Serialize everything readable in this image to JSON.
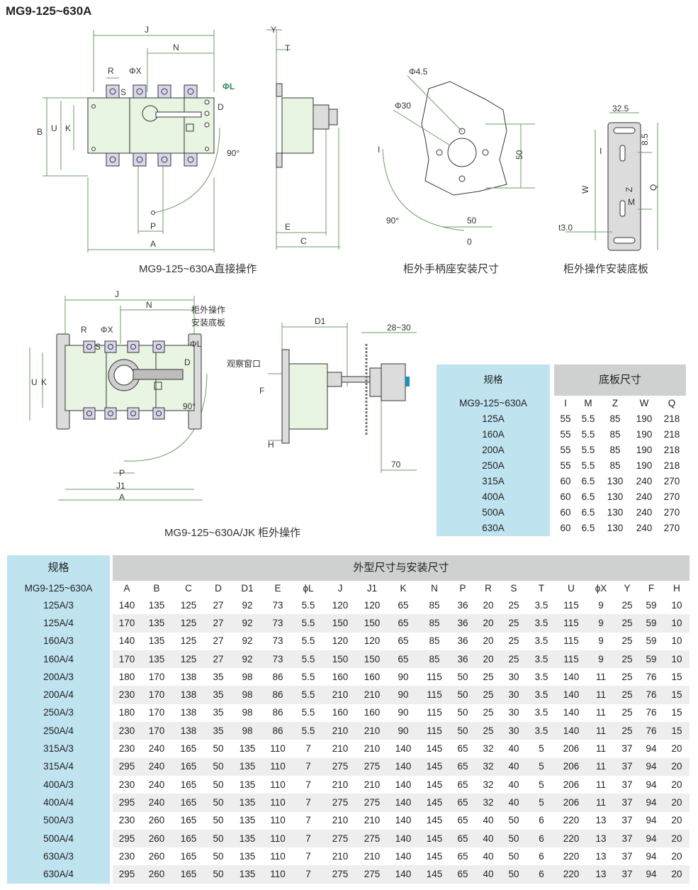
{
  "title": "MG9-125~630A",
  "captions": {
    "direct": "MG9-125~630A直接操作",
    "handle_base": "柜外手柄座安装尺寸",
    "plate": "柜外操作安装底板",
    "jk": "MG9-125~630A/JK 柜外操作"
  },
  "labels": {
    "J": "J",
    "N": "N",
    "R": "R",
    "X": "ΦX",
    "L": "ΦL",
    "S": "S",
    "D": "D",
    "B": "B",
    "U": "U",
    "K": "K",
    "P": "P",
    "A": "A",
    "angle": "90°",
    "Y": "Y",
    "T": "T",
    "E": "E",
    "C": "C",
    "phi45": "Φ4.5",
    "phi30": "Φ30",
    "I": "I",
    "d50v": "50",
    "d50h": "50",
    "zero": "0",
    "d325": "32.5",
    "d85": "8.5",
    "W": "W",
    "Z": "Z",
    "M": "M",
    "Q": "Q",
    "t30": "t3.0",
    "J1": "J1",
    "plate_label1": "柜外操作",
    "plate_label2": "安装底板",
    "D1": "D1",
    "d2830": "28~30",
    "window": "观察窗口",
    "F": "F",
    "H": "H",
    "d70": "70"
  },
  "colors": {
    "header_blue": "#bfe3ef",
    "header_gray": "#cfd0d0",
    "body_green": "#e8f5e2",
    "terminal": "#d9d6ec"
  },
  "small_table": {
    "spec_header": "规格",
    "group_header": "底板尺寸",
    "model": "MG9-125~630A",
    "columns": [
      "I",
      "M",
      "Z",
      "W",
      "Q"
    ],
    "rows": [
      [
        "125A",
        "55",
        "5.5",
        "85",
        "190",
        "218"
      ],
      [
        "160A",
        "55",
        "5.5",
        "85",
        "190",
        "218"
      ],
      [
        "200A",
        "55",
        "5.5",
        "85",
        "190",
        "218"
      ],
      [
        "250A",
        "55",
        "5.5",
        "85",
        "190",
        "218"
      ],
      [
        "315A",
        "60",
        "6.5",
        "130",
        "240",
        "270"
      ],
      [
        "400A",
        "60",
        "6.5",
        "130",
        "240",
        "270"
      ],
      [
        "500A",
        "60",
        "6.5",
        "130",
        "240",
        "270"
      ],
      [
        "630A",
        "60",
        "6.5",
        "130",
        "240",
        "270"
      ]
    ]
  },
  "big_table": {
    "spec_header": "规格",
    "group_header": "外型尺寸与安装尺寸",
    "model": "MG9-125~630A",
    "columns": [
      "A",
      "B",
      "C",
      "D",
      "D1",
      "E",
      "ϕL",
      "J",
      "J1",
      "K",
      "N",
      "P",
      "R",
      "S",
      "T",
      "U",
      "ϕX",
      "Y",
      "F",
      "H"
    ],
    "rows": [
      [
        "125A/3",
        "140",
        "135",
        "125",
        "27",
        "92",
        "73",
        "5.5",
        "120",
        "120",
        "65",
        "85",
        "36",
        "20",
        "25",
        "3.5",
        "115",
        "9",
        "25",
        "59",
        "10"
      ],
      [
        "125A/4",
        "170",
        "135",
        "125",
        "27",
        "92",
        "73",
        "5.5",
        "150",
        "150",
        "65",
        "85",
        "36",
        "20",
        "25",
        "3.5",
        "115",
        "9",
        "25",
        "59",
        "10"
      ],
      [
        "160A/3",
        "140",
        "135",
        "125",
        "27",
        "92",
        "73",
        "5.5",
        "120",
        "120",
        "65",
        "85",
        "36",
        "20",
        "25",
        "3.5",
        "115",
        "9",
        "25",
        "59",
        "10"
      ],
      [
        "160A/4",
        "170",
        "135",
        "125",
        "27",
        "92",
        "73",
        "5.5",
        "150",
        "150",
        "65",
        "85",
        "36",
        "20",
        "25",
        "3.5",
        "115",
        "9",
        "25",
        "59",
        "10"
      ],
      [
        "200A/3",
        "180",
        "170",
        "138",
        "35",
        "98",
        "86",
        "5.5",
        "160",
        "160",
        "90",
        "115",
        "50",
        "25",
        "30",
        "3.5",
        "140",
        "11",
        "25",
        "76",
        "15"
      ],
      [
        "200A/4",
        "230",
        "170",
        "138",
        "35",
        "98",
        "86",
        "5.5",
        "210",
        "210",
        "90",
        "115",
        "50",
        "25",
        "30",
        "3.5",
        "140",
        "11",
        "25",
        "76",
        "15"
      ],
      [
        "250A/3",
        "180",
        "170",
        "138",
        "35",
        "98",
        "86",
        "5.5",
        "160",
        "160",
        "90",
        "115",
        "50",
        "25",
        "30",
        "3.5",
        "140",
        "11",
        "25",
        "76",
        "15"
      ],
      [
        "250A/4",
        "230",
        "170",
        "138",
        "35",
        "98",
        "86",
        "5.5",
        "210",
        "210",
        "90",
        "115",
        "50",
        "25",
        "30",
        "3.5",
        "140",
        "11",
        "25",
        "76",
        "15"
      ],
      [
        "315A/3",
        "230",
        "240",
        "165",
        "50",
        "135",
        "110",
        "7",
        "210",
        "210",
        "140",
        "145",
        "65",
        "32",
        "40",
        "5",
        "206",
        "11",
        "37",
        "94",
        "20"
      ],
      [
        "315A/4",
        "295",
        "240",
        "165",
        "50",
        "135",
        "110",
        "7",
        "275",
        "275",
        "140",
        "145",
        "65",
        "32",
        "40",
        "5",
        "206",
        "11",
        "37",
        "94",
        "20"
      ],
      [
        "400A/3",
        "230",
        "240",
        "165",
        "50",
        "135",
        "110",
        "7",
        "210",
        "210",
        "140",
        "145",
        "65",
        "32",
        "40",
        "5",
        "206",
        "11",
        "37",
        "94",
        "20"
      ],
      [
        "400A/4",
        "295",
        "240",
        "165",
        "50",
        "135",
        "110",
        "7",
        "275",
        "275",
        "140",
        "145",
        "65",
        "32",
        "40",
        "5",
        "206",
        "11",
        "37",
        "94",
        "20"
      ],
      [
        "500A/3",
        "230",
        "260",
        "165",
        "50",
        "135",
        "110",
        "7",
        "210",
        "210",
        "140",
        "145",
        "65",
        "40",
        "50",
        "6",
        "220",
        "13",
        "37",
        "94",
        "20"
      ],
      [
        "500A/4",
        "295",
        "260",
        "165",
        "50",
        "135",
        "110",
        "7",
        "275",
        "275",
        "140",
        "145",
        "65",
        "40",
        "50",
        "6",
        "220",
        "13",
        "37",
        "94",
        "20"
      ],
      [
        "630A/3",
        "230",
        "260",
        "165",
        "50",
        "135",
        "110",
        "7",
        "210",
        "210",
        "140",
        "145",
        "65",
        "40",
        "50",
        "6",
        "220",
        "13",
        "37",
        "94",
        "20"
      ],
      [
        "630A/4",
        "295",
        "260",
        "165",
        "50",
        "135",
        "110",
        "7",
        "275",
        "275",
        "140",
        "145",
        "65",
        "40",
        "50",
        "6",
        "220",
        "13",
        "37",
        "94",
        "20"
      ]
    ]
  }
}
